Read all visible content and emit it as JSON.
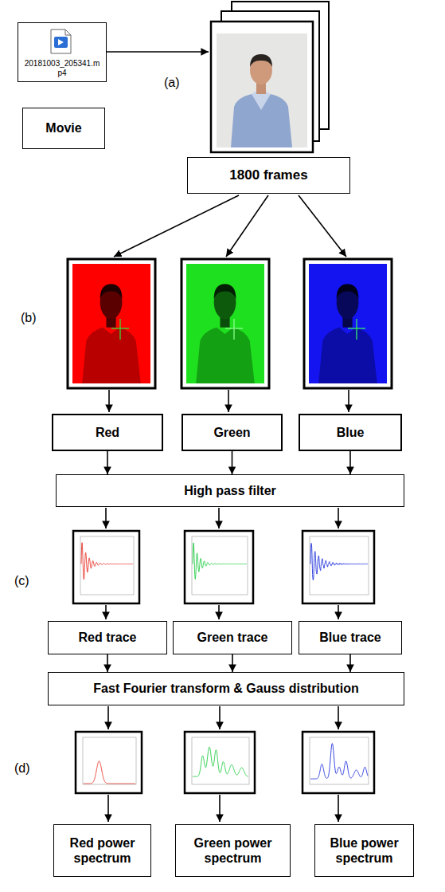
{
  "diagram": {
    "nodes": [
      {
        "text": [
          "20181003_205341.m p4"
        ]
      },
      {
        "text": [
          "Movie"
        ]
      },
      {
        "text": [
          "1800 frames"
        ]
      },
      {
        "text": [
          "Red"
        ]
      },
      {
        "text": [
          "Green"
        ]
      },
      {
        "text": [
          "Blue"
        ]
      },
      {
        "text": [
          "High pass filter"
        ]
      },
      {
        "text": [
          "Red trace"
        ]
      },
      {
        "text": [
          "Green trace"
        ]
      },
      {
        "text": [
          "Blue trace"
        ]
      },
      {
        "text": [
          "Fast Fourier transform & Gauss distribution"
        ]
      },
      {
        "text": [
          "Red power spectrum"
        ]
      },
      {
        "text": [
          "Green power spectrum"
        ]
      },
      {
        "text": [
          "Blue power spectrum"
        ]
      }
    ],
    "edges": [
      {
        "from": 3,
        "to": 6,
        "arrow": "to"
      },
      {
        "from": 4,
        "to": 6,
        "arrow": "to"
      },
      {
        "from": 5,
        "to": 6,
        "arrow": "to"
      },
      {
        "from": 7,
        "to": 10,
        "arrow": "to"
      },
      {
        "from": 8,
        "to": 10,
        "arrow": "to"
      },
      {
        "from": 9,
        "to": 10,
        "arrow": "to"
      }
    ],
    "labels": [
      "(a)",
      "(b)",
      "(c)",
      "(d)"
    ]
  }
}
